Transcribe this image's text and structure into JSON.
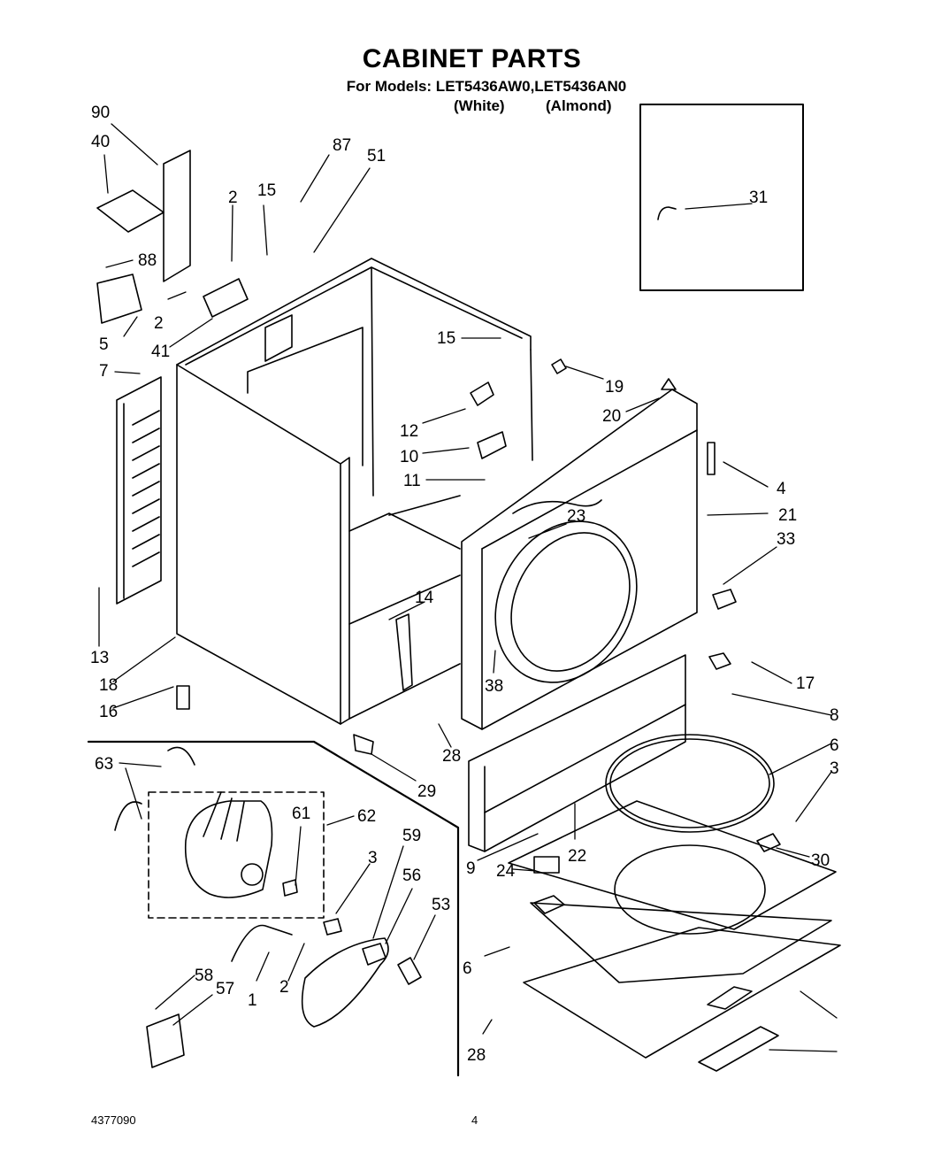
{
  "header": {
    "title": "CABINET PARTS",
    "subtitle": "For Models: LET5436AW0,LET5436AN0",
    "variant_white": "(White)",
    "variant_almond": "(Almond)"
  },
  "labels": [
    "90",
    "40",
    "87",
    "51",
    "2",
    "15",
    "88",
    "2",
    "5",
    "41",
    "7",
    "15",
    "19",
    "20",
    "12",
    "10",
    "11",
    "4",
    "21",
    "23",
    "33",
    "14",
    "13",
    "18",
    "16",
    "38",
    "17",
    "8",
    "28",
    "6",
    "63",
    "61",
    "62",
    "29",
    "3",
    "59",
    "56",
    "53",
    "9",
    "22",
    "30",
    "24",
    "6",
    "58",
    "57",
    "1",
    "2",
    "28",
    "3",
    "31"
  ],
  "footer": {
    "doc_number": "4377090",
    "page_number": "4"
  }
}
